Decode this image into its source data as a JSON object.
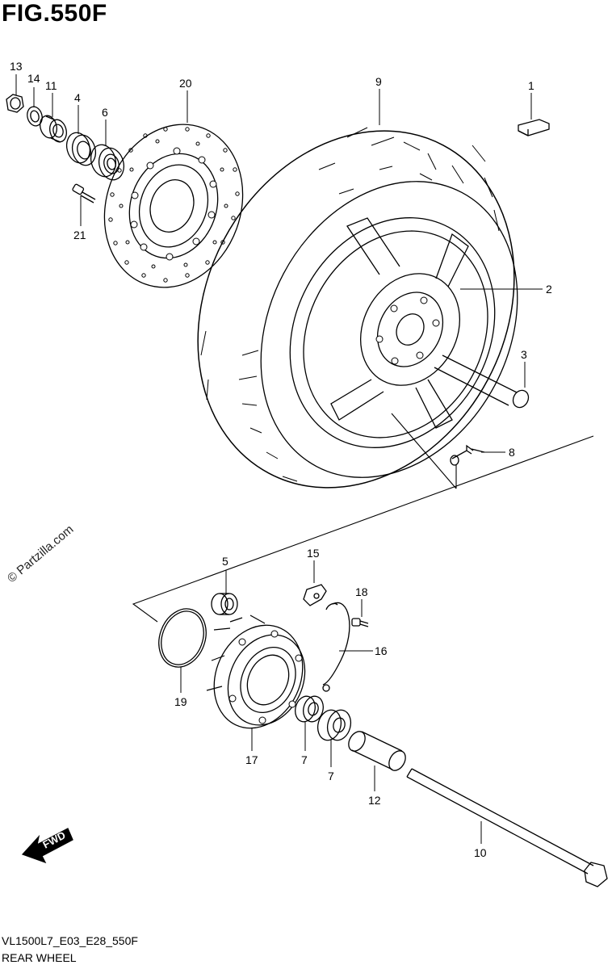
{
  "figure": {
    "title": "FIG.550F",
    "code": "VL1500L7_E03_E28_550F",
    "name": "REAR WHEEL",
    "watermark": "© Partzilla.com",
    "fwd_label": "FWD"
  },
  "callouts": {
    "c1": "1",
    "c2": "2",
    "c3": "3",
    "c4": "4",
    "c5": "5",
    "c6": "6",
    "c7a": "7",
    "c7b": "7",
    "c8": "8",
    "c9": "9",
    "c10": "10",
    "c11": "11",
    "c12": "12",
    "c13": "13",
    "c14": "14",
    "c15": "15",
    "c16": "16",
    "c17": "17",
    "c18": "18",
    "c19": "19",
    "c20": "20",
    "c21": "21"
  }
}
